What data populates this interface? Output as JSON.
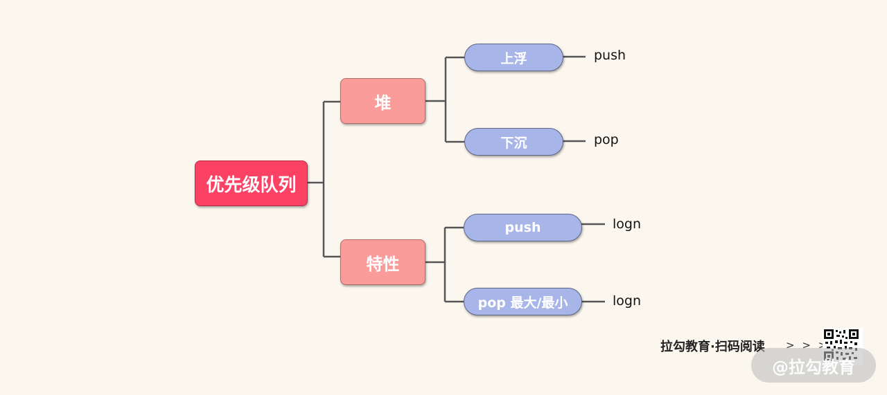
{
  "diagram": {
    "root": "优先级队列",
    "branches": [
      {
        "label": "堆",
        "children": [
          {
            "label": "上浮",
            "leaf": "push"
          },
          {
            "label": "下沉",
            "leaf": "pop"
          }
        ]
      },
      {
        "label": "特性",
        "children": [
          {
            "label": "push",
            "leaf": "logn"
          },
          {
            "label": "pop 最大/最小",
            "leaf": "logn"
          }
        ]
      }
    ]
  },
  "footer": {
    "text": "拉勾教育·扫码阅读",
    "arrows": "> > >",
    "watermark": "@拉勾教育"
  },
  "colors": {
    "background": "#fbf7ef",
    "root": "#fb4164",
    "level1": "#fa9c99",
    "level2": "#a7b5e9",
    "connector": "#555555"
  }
}
